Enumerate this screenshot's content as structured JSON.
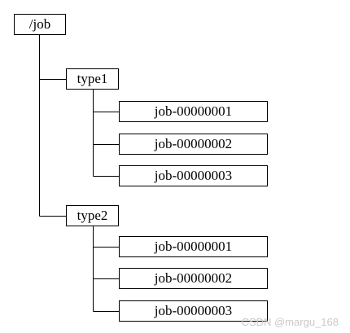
{
  "tree": {
    "root": {
      "label": "/job",
      "children": [
        {
          "label": "type1",
          "children": [
            {
              "label": "job-00000001"
            },
            {
              "label": "job-00000002"
            },
            {
              "label": "job-00000003"
            }
          ]
        },
        {
          "label": "type2",
          "children": [
            {
              "label": "job-00000001"
            },
            {
              "label": "job-00000002"
            },
            {
              "label": "job-00000003"
            }
          ]
        }
      ]
    }
  },
  "watermark": "CSDN @margu_168",
  "colors": {
    "line": "#000000",
    "box_border": "#000000",
    "text": "#000000",
    "watermark": "#c9c9c9"
  }
}
